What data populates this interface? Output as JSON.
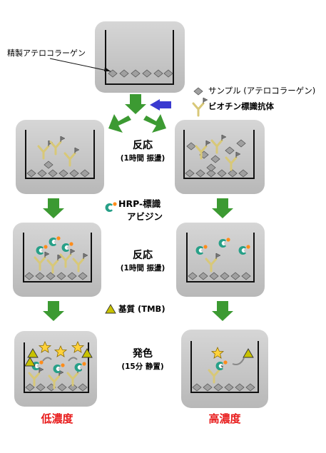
{
  "top_label": "精製アテロコラーゲン",
  "legend": {
    "sample": "サンプル (アテロコラーゲン)",
    "antibody": "ビオチン標識抗体"
  },
  "step1": {
    "title": "反応",
    "detail": "(1時間 振盪)"
  },
  "hrp": {
    "line1": "HRP-標識",
    "line2": "アビジン"
  },
  "step2": {
    "title": "反応",
    "detail": "(1時間 振盪)"
  },
  "substrate": "基質 (TMB)",
  "step3": {
    "title": "発色",
    "detail": "(15分 静置)"
  },
  "bottom": {
    "low": "低濃度",
    "high": "高濃度"
  },
  "colors": {
    "well_bg": "#c8c8c8",
    "arrow_green": "#3c9a32",
    "arrow_blue": "#3a3ad0",
    "diamond": "#9a9a9a",
    "star": "#ffd23a",
    "triangle": "#c8c200",
    "hrp_teal": "#28a088",
    "hrp_orange": "#ff8c1a",
    "red_label": "#e81a1a"
  }
}
